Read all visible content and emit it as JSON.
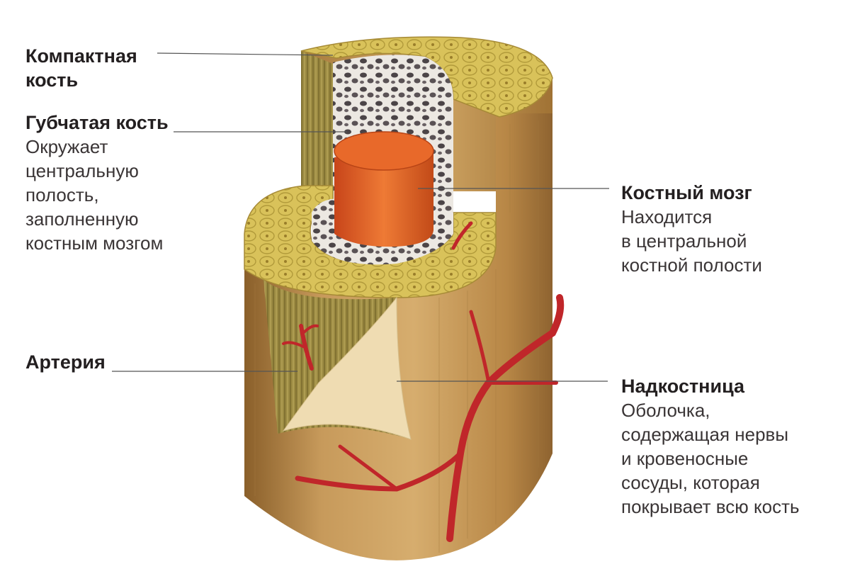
{
  "labels": {
    "compact_bone": {
      "title": "Компактная\nкость"
    },
    "spongy_bone": {
      "title": "Губчатая кость",
      "desc": [
        "Окружает",
        "центральную",
        "полость,",
        "заполненную",
        "костным мозгом"
      ]
    },
    "bone_marrow": {
      "title": "Костный мозг",
      "desc": [
        "Находится",
        "в центральной",
        "костной полости"
      ]
    },
    "artery": {
      "title": "Артерия"
    },
    "periosteum": {
      "title": "Надкостница",
      "desc": [
        "Оболочка,",
        "содержащая нервы",
        "и кровеносные",
        "сосуды, которая",
        "покрывает всю кость"
      ]
    }
  },
  "colors": {
    "bone_outer": "#b98a4a",
    "bone_light": "#d8b679",
    "compact_yellow": "#d9c25a",
    "spongy_white": "#e8e4dd",
    "marrow": "#d9581e",
    "artery": "#c0262a",
    "leader_line": "#555555"
  }
}
